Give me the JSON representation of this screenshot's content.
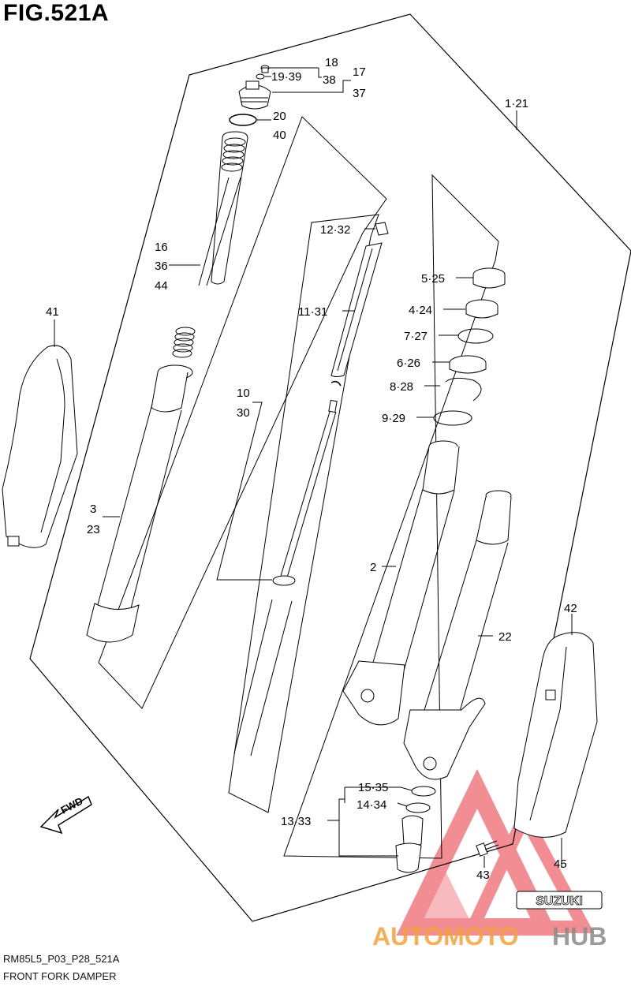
{
  "figure": {
    "title": "FIG.521A",
    "code": "RM85L5_P03_P28_521A",
    "name": "FRONT FORK DAMPER",
    "direction_label": "FWD",
    "brand_badge": "SUZUKI"
  },
  "callouts": [
    {
      "id": "c-18",
      "text": "18"
    },
    {
      "id": "c-19-39",
      "text": "19·39"
    },
    {
      "id": "c-38",
      "text": "38"
    },
    {
      "id": "c-17",
      "text": "17"
    },
    {
      "id": "c-37",
      "text": "37"
    },
    {
      "id": "c-20",
      "text": "20"
    },
    {
      "id": "c-40",
      "text": "40"
    },
    {
      "id": "c-1-21",
      "text": "1·21"
    },
    {
      "id": "c-16",
      "text": "16"
    },
    {
      "id": "c-36",
      "text": "36"
    },
    {
      "id": "c-44",
      "text": "44"
    },
    {
      "id": "c-12-32",
      "text": "12·32"
    },
    {
      "id": "c-5-25",
      "text": "5·25"
    },
    {
      "id": "c-41",
      "text": "41"
    },
    {
      "id": "c-11-31",
      "text": "11·31"
    },
    {
      "id": "c-4-24",
      "text": "4·24"
    },
    {
      "id": "c-7-27",
      "text": "7·27"
    },
    {
      "id": "c-6-26",
      "text": "6·26"
    },
    {
      "id": "c-10",
      "text": "10"
    },
    {
      "id": "c-8-28",
      "text": "8·28"
    },
    {
      "id": "c-30",
      "text": "30"
    },
    {
      "id": "c-9-29",
      "text": "9·29"
    },
    {
      "id": "c-3",
      "text": "3"
    },
    {
      "id": "c-23",
      "text": "23"
    },
    {
      "id": "c-2",
      "text": "2"
    },
    {
      "id": "c-42",
      "text": "42"
    },
    {
      "id": "c-22",
      "text": "22"
    },
    {
      "id": "c-15-35",
      "text": "15·35"
    },
    {
      "id": "c-14-34",
      "text": "14·34"
    },
    {
      "id": "c-13-33",
      "text": "13·33"
    },
    {
      "id": "c-43",
      "text": "43"
    },
    {
      "id": "c-45",
      "text": "45"
    }
  ],
  "watermark": {
    "part1": "AUTOMOTO",
    "part2": "HUB",
    "color1": "#f5a03a",
    "color2": "#8a8a8a",
    "triangle_color": "#e8323c"
  }
}
